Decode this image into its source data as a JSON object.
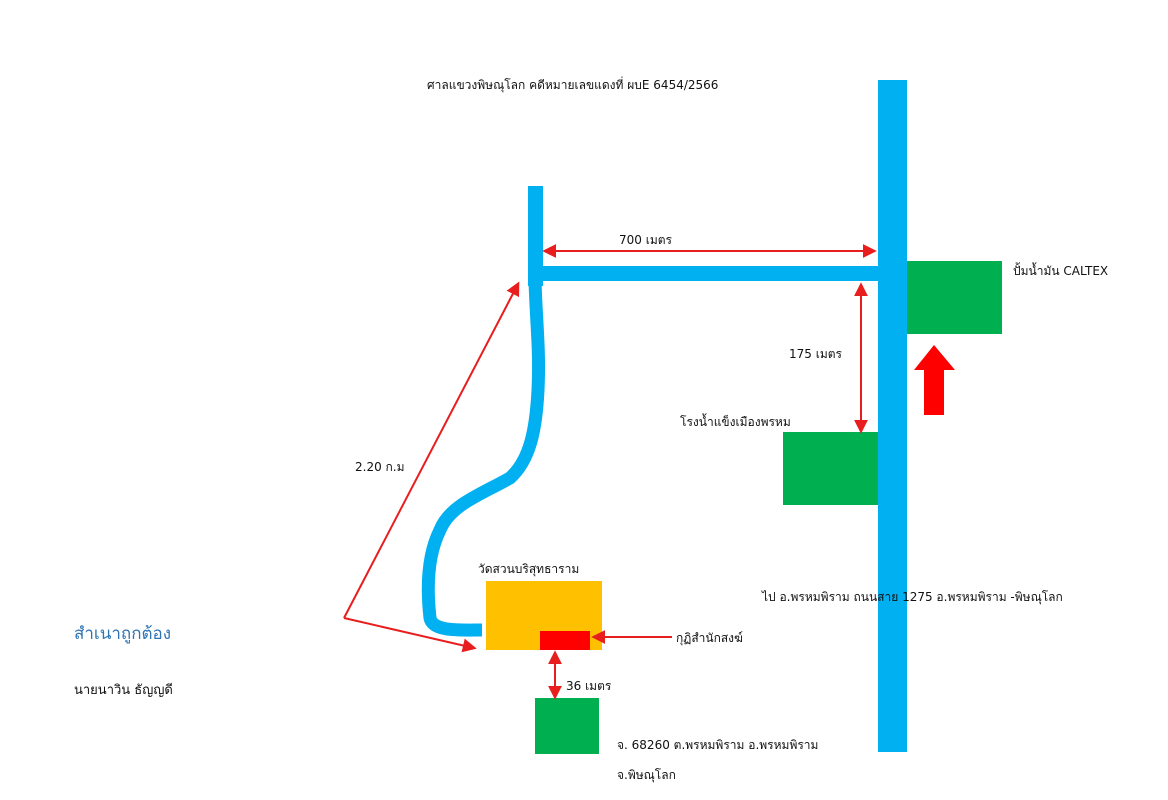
{
  "title": "ศาลแขวงพิษณุโลก  คดีหมายเลขแดงที่ ผบE 6454/2566",
  "colors": {
    "road": "#00b0f0",
    "building": "#00b050",
    "temple": "#ffc000",
    "dwelling": "#ff0000",
    "arrow": "#e81e1e",
    "certified_text": "#2e74b5"
  },
  "labels": {
    "caltex": "ปั้มน้ำมัน CALTEX",
    "ice_plant": "โรงน้ำแข็งเมืองพรหม",
    "temple": "วัดสวนบริสุทธาราม",
    "monk_house": "กุฏิสำนักสงฆ์",
    "route": "ไป อ.พรหมพิราม  ถนนสาย 1275  อ.พรหมพิราม -พิษณุโลก",
    "address_line1": "จ. 68260  ต.พรหมพิราม อ.พรหมพิราม",
    "address_line2": "จ.พิษณุโลก"
  },
  "distances": {
    "top_road": "700  เมตร",
    "to_ice_plant": "175  เมตร",
    "diagonal": "2.20 ก.ม",
    "to_building": "36 เมตร"
  },
  "certification": {
    "heading": "สำเนาถูกต้อง",
    "name": "นายนาวิน  ธัญญดี"
  }
}
